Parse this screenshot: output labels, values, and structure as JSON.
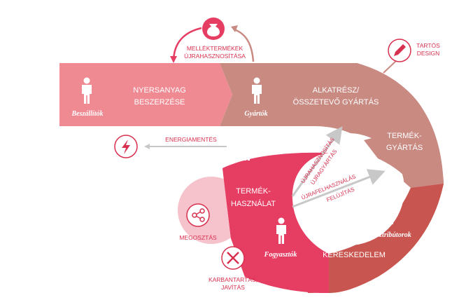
{
  "colors": {
    "accent_red": "#d8304f",
    "supplier_pink": "#ef8a92",
    "manufacturer_brown": "#c98a82",
    "distributor_red": "#c8554f",
    "consumer_pink": "#e63e63",
    "share_light_pink": "#f4b7c3",
    "arrow_grey": "#c8c8c8"
  },
  "icons": [
    "money-bag-icon",
    "pencil-icon",
    "lightning-icon",
    "trash-bin-icon",
    "share-icon",
    "tools-icon",
    "person-icon"
  ],
  "actors": {
    "supplier": "Beszállítók",
    "manufacturer": "Gyártók",
    "distributor": "Disztribútorok",
    "consumer": "Fogyasztók"
  },
  "stages": {
    "raw_material_line1": "NYERSANYAG",
    "raw_material_line2": "BESZERZÉSE",
    "component_line1": "ALKATRÉSZ/",
    "component_line2": "ÖSSZETEVŐ GYÁRTÁS",
    "product_mfg_line1": "TERMÉK-",
    "product_mfg_line2": "GYÁRTÁS",
    "retail": "KERESKEDELEM",
    "product_use_line1": "TERMÉK-",
    "product_use_line2": "HASZNÁLAT"
  },
  "loops": {
    "byproduct_line1": "MELLÉKTERMÉKEK",
    "byproduct_line2": "ÚJRAHASZNOSÍTÁSA",
    "durable_line1": "TARTÓS",
    "durable_line2": "DESIGN",
    "energy": "ENERGIAMENTÉS",
    "sharing": "MEGOSZTÁS",
    "maintenance_line1": "KARBANTARTÁS,",
    "maintenance_line2": "JAVÍTÁS",
    "recycle": "ÚJRAHASZNOSÍTÁS",
    "remanufacture": "ÚJRAGYÁRTÁS",
    "reuse": "ÚJRAFELHASZNÁLÁS",
    "refurbish": "FELÚJÍTÁS"
  }
}
